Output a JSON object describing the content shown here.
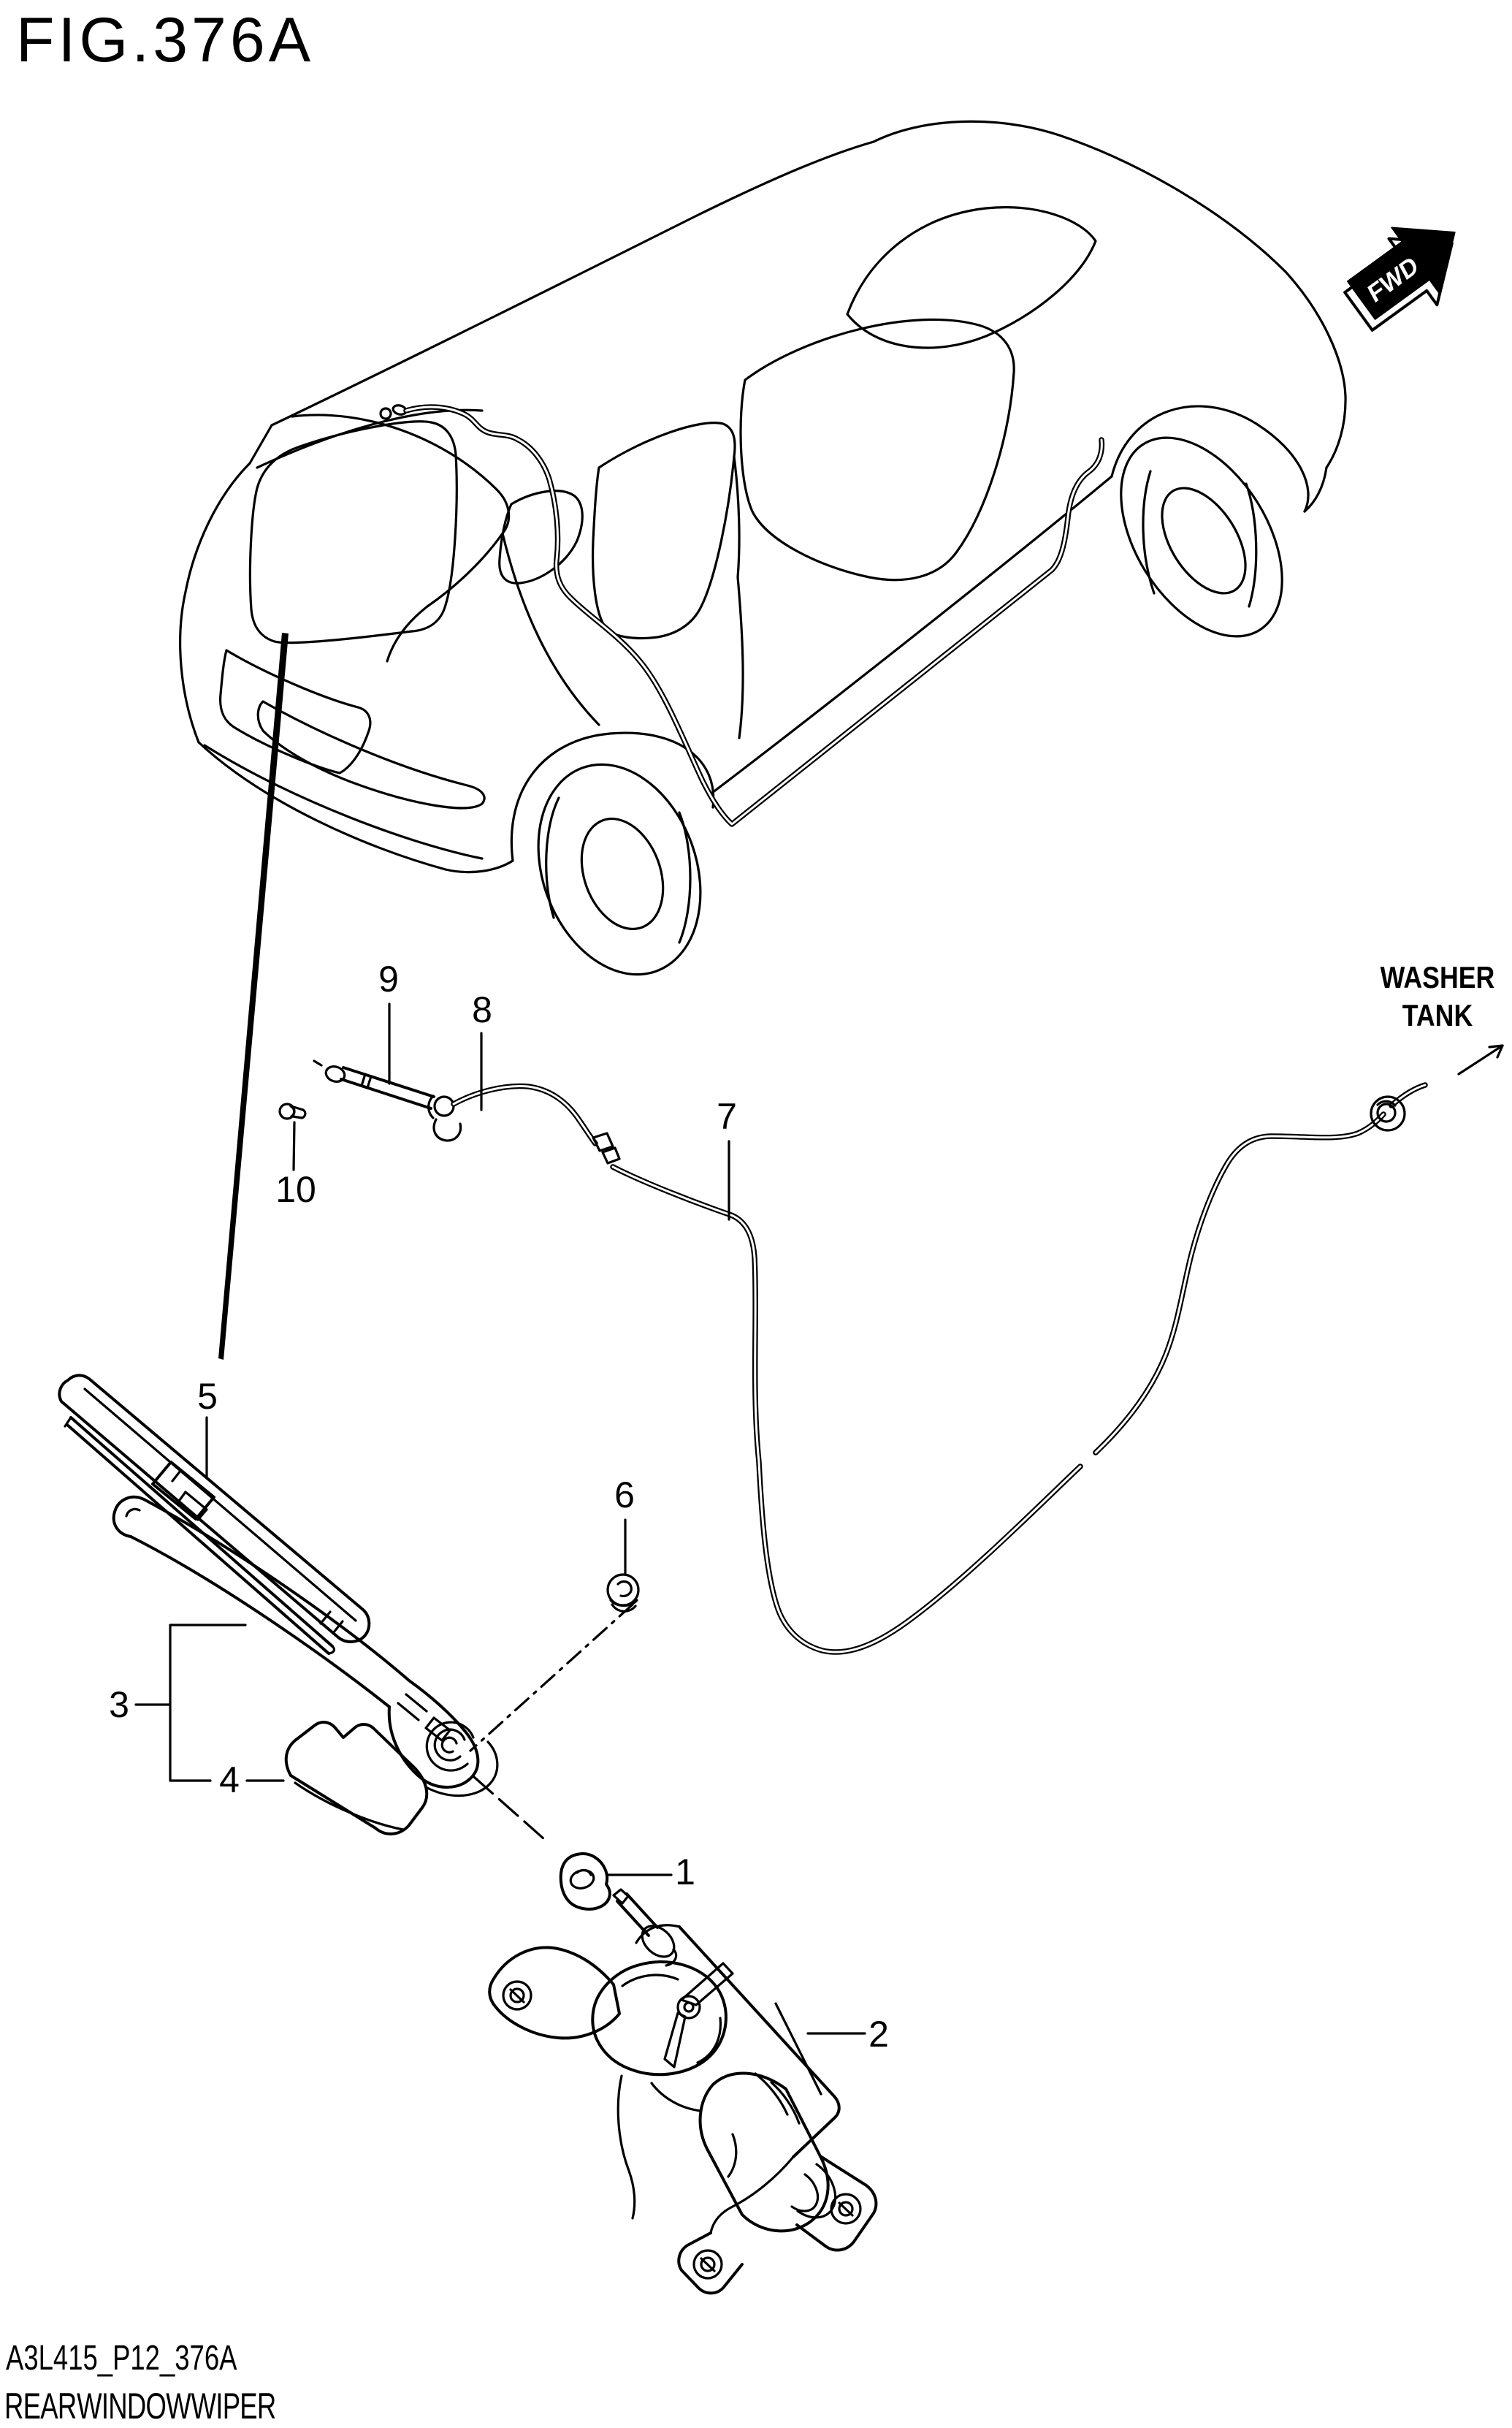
{
  "figure": {
    "title": "FIG.376A"
  },
  "fwd_marker": {
    "label": "FWD"
  },
  "washer_tank_label": {
    "line1": "WASHER",
    "line2": "TANK"
  },
  "callouts": [
    {
      "number": "1"
    },
    {
      "number": "2"
    },
    {
      "number": "3"
    },
    {
      "number": "4"
    },
    {
      "number": "5"
    },
    {
      "number": "6"
    },
    {
      "number": "7"
    },
    {
      "number": "8"
    },
    {
      "number": "9"
    },
    {
      "number": "10"
    }
  ],
  "footer": {
    "drawing_code": "A3L415_P12_376A",
    "caption": "REAR WINDOW WIPER"
  },
  "colors": {
    "ink": "#000000",
    "background": "#ffffff"
  }
}
